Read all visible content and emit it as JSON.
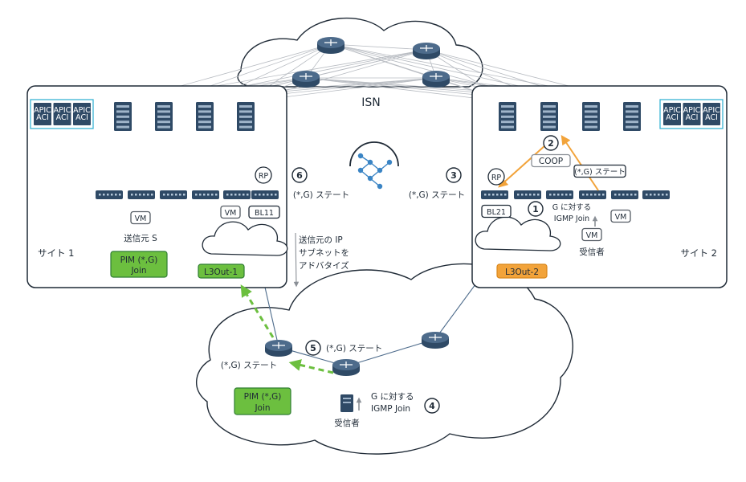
{
  "isn": {
    "label": "ISN"
  },
  "site1": {
    "label": "サイト 1",
    "rp": "RP",
    "bl": "BL11",
    "vm": [
      "VM",
      "VM"
    ],
    "source": "送信元 S",
    "pim": [
      "PIM (*,G)",
      "Join"
    ],
    "l3out": "L3Out-1",
    "apic_text": "APIC",
    "apic_sub": "ACI"
  },
  "site2": {
    "label": "サイト 2",
    "rp": "RP",
    "bl": "BL21",
    "coop": "COOP",
    "state": "(*,G) ステート",
    "join": [
      "G に対する",
      "IGMP Join"
    ],
    "vm": [
      "VM",
      "VM"
    ],
    "receiver": "受信者",
    "l3out": "L3Out-2",
    "apic_text": "APIC",
    "apic_sub": "ACI"
  },
  "notes": {
    "step6": "(*,G) ステート",
    "step3": "(*,G) ステート",
    "advertise": [
      "送信元の IP",
      "サブネットを",
      "アドバタイズ"
    ]
  },
  "external": {
    "state_left": "(*,G) ステート",
    "state_mid": "(*,G) ステート",
    "pim": [
      "PIM (*,G)",
      "Join"
    ],
    "join": [
      "G に対する",
      "IGMP Join"
    ],
    "receiver": "受信者"
  },
  "steps": [
    "1",
    "2",
    "3",
    "4",
    "5",
    "6"
  ],
  "colors": {
    "green": "#6cbf3f",
    "green_dark": "#2e7d32",
    "orange": "#f2a33a",
    "orange_dark": "#d9861a",
    "navy": "#1f2a36",
    "device_blue": "#2f4a66",
    "device_light": "#4d6b8b",
    "gray_line": "#b8bcc2",
    "apic_border": "#3ab4d4"
  },
  "icons": {
    "router": "router-icon",
    "spine": "spine-switch-icon",
    "leaf": "leaf-switch-icon",
    "apic": "apic-controller-icon",
    "fabric": "multi-site-orchestrator-icon",
    "host": "receiver-host-icon"
  }
}
